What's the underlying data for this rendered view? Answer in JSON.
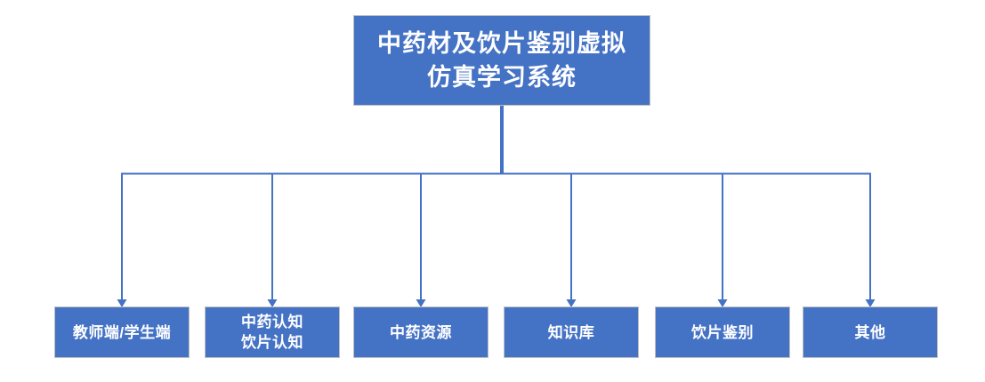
{
  "diagram": {
    "root": {
      "label": "中药材及饮片鉴别虚拟\n仿真学习系统"
    },
    "children": [
      {
        "label": "教师端/学生端"
      },
      {
        "label": "中药认知\n饮片认知"
      },
      {
        "label": "中药资源"
      },
      {
        "label": "知识库"
      },
      {
        "label": "饮片鉴别"
      },
      {
        "label": "其他"
      }
    ],
    "colors": {
      "node_fill": "#4472C4",
      "node_border": "#BFBFBF",
      "connector": "#4472C4",
      "text": "#FFFFFF",
      "bg": "#FFFFFF"
    }
  }
}
